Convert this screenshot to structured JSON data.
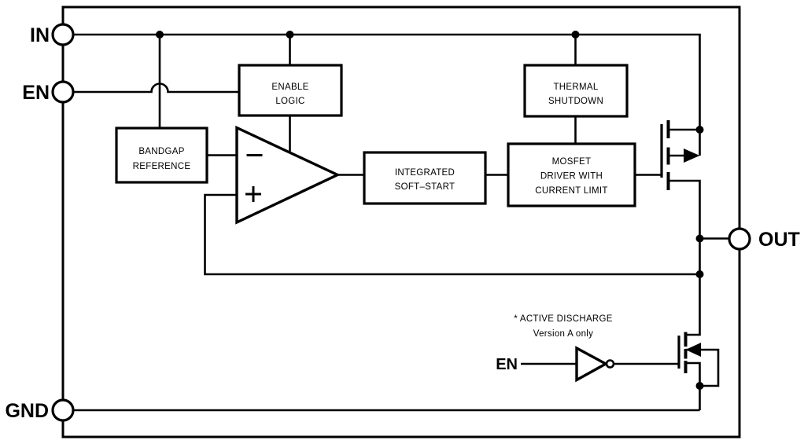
{
  "pins": {
    "in": {
      "label": "IN"
    },
    "en": {
      "label": "EN"
    },
    "gnd": {
      "label": "GND"
    },
    "out": {
      "label": "OUT"
    }
  },
  "blocks": {
    "enable_logic": {
      "line1": "ENABLE",
      "line2": "LOGIC"
    },
    "thermal_shutdown": {
      "line1": "THERMAL",
      "line2": "SHUTDOWN"
    },
    "bandgap_reference": {
      "line1": "BANDGAP",
      "line2": "REFERENCE"
    },
    "integrated_soft_start": {
      "line1": "INTEGRATED",
      "line2": "SOFT–START"
    },
    "mosfet_driver": {
      "line1": "MOSFET",
      "line2": "DRIVER WITH",
      "line3": "CURRENT LIMIT"
    }
  },
  "active_discharge": {
    "title": "* ACTIVE DISCHARGE",
    "subtitle": "Version A only",
    "en_label": "EN"
  },
  "colors": {
    "line": "#000000",
    "background": "#ffffff",
    "text": "#000000"
  }
}
